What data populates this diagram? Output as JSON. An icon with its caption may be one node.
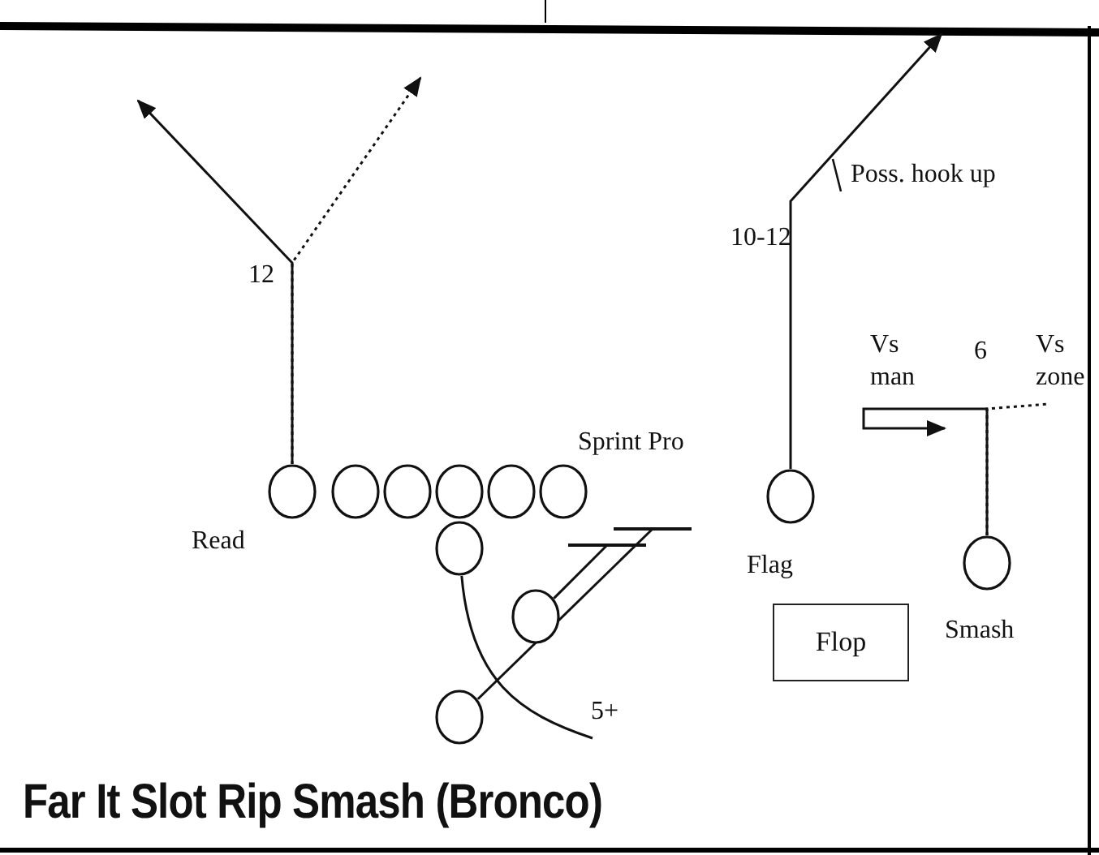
{
  "diagram": {
    "title": "Far It Slot Rip Smash (Bronco)",
    "nodes": [
      {
        "text": [],
        "shape": "circle",
        "beside": [
          "Read"
        ]
      },
      {
        "text": [],
        "shape": "circle"
      },
      {
        "text": [],
        "shape": "circle"
      },
      {
        "text": [],
        "shape": "circle"
      },
      {
        "text": [],
        "shape": "circle"
      },
      {
        "text": [],
        "shape": "circle"
      },
      {
        "text": [],
        "shape": "circle",
        "beside": [
          "Flag"
        ]
      },
      {
        "text": [],
        "shape": "circle"
      },
      {
        "text": [],
        "shape": "circle",
        "beside": [
          "Smash"
        ]
      },
      {
        "text": [],
        "shape": "circle"
      },
      {
        "text": [
          "Flop"
        ]
      },
      {
        "text": [],
        "shape": "circle"
      }
    ],
    "edges": [
      {
        "from": 0,
        "to": null,
        "arrow": "to"
      },
      {
        "from": 0,
        "to": null,
        "arrow": "to",
        "style": "dashed"
      },
      {
        "from": 6,
        "to": null,
        "arrow": "to"
      },
      {
        "from": 8,
        "to": null,
        "arrow": "to"
      },
      {
        "from": 8,
        "to": null,
        "arrow": "none",
        "style": "dashed"
      },
      {
        "from": 7,
        "to": null,
        "arrow": "none"
      },
      {
        "from": 9,
        "to": null,
        "arrow": "other"
      },
      {
        "from": 11,
        "to": null,
        "arrow": "other"
      }
    ],
    "labels": [
      "Poss. hook up",
      "10-12",
      "12",
      "Vs man",
      "6",
      "Vs zone",
      "Sprint Pro",
      "5+"
    ]
  }
}
